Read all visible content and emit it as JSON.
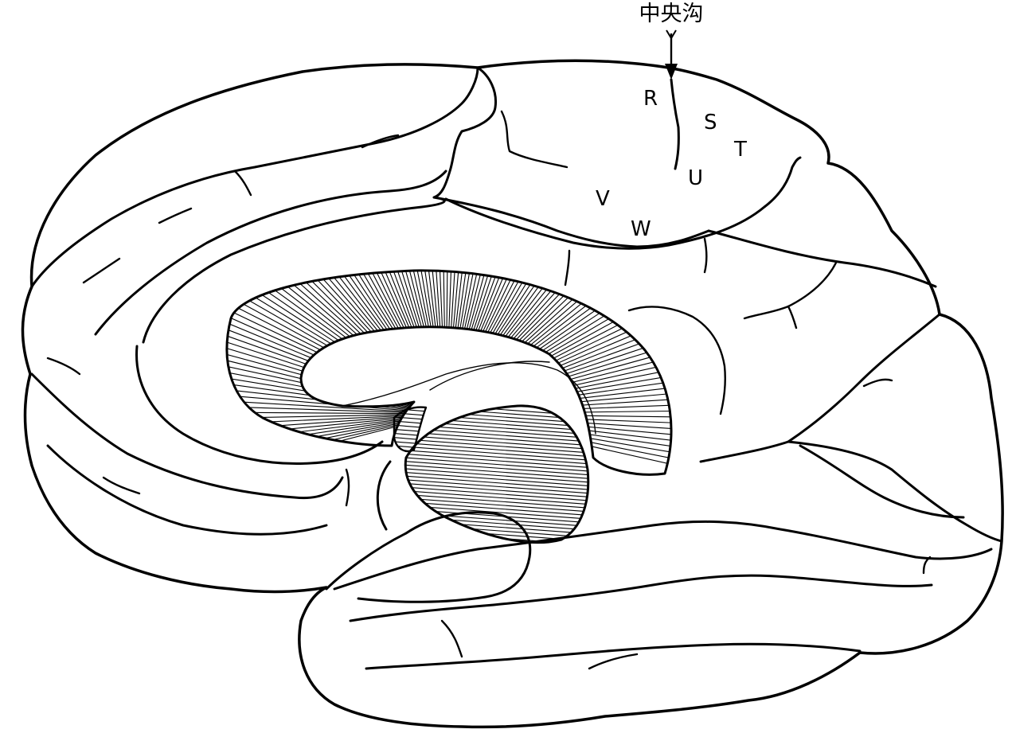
{
  "diagram": {
    "annotation": {
      "text": "中央沟"
    },
    "labels": {
      "r": "R",
      "s": "S",
      "t": "T",
      "u": "U",
      "v": "V",
      "w": "W"
    }
  }
}
